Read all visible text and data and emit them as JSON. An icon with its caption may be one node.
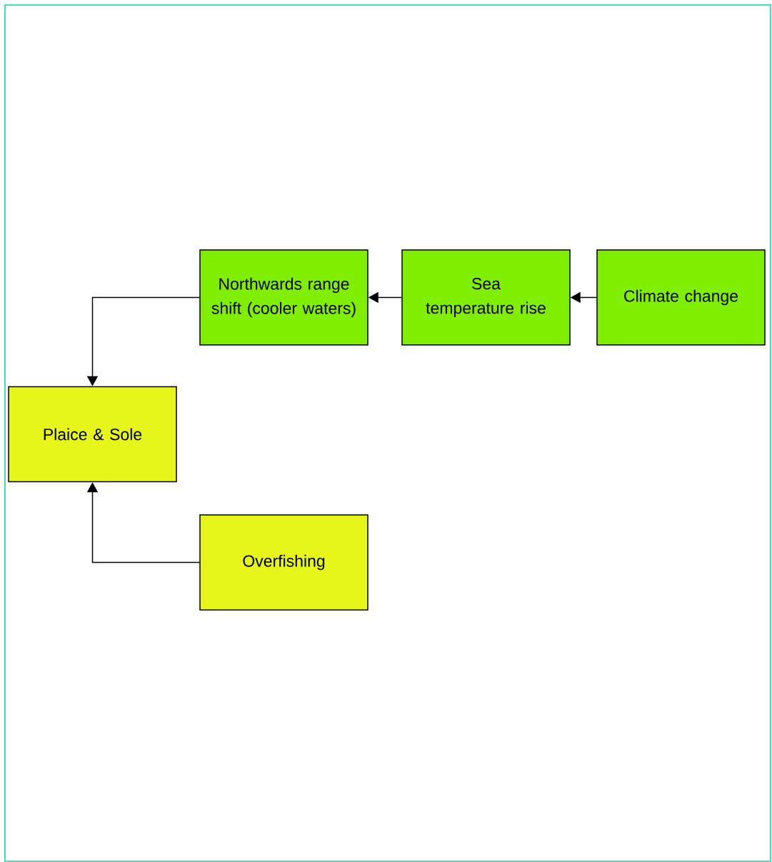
{
  "diagram": {
    "nodes": [
      {
        "text": [
          "Northwards range shift (cooler waters)"
        ]
      },
      {
        "text": [
          "Sea temperature rise"
        ]
      },
      {
        "text": [
          "Climate change"
        ]
      },
      {
        "text": [
          "Plaice & Sole"
        ]
      },
      {
        "text": [
          "Overfishing"
        ]
      }
    ],
    "edges": [
      {
        "from": 2,
        "to": 1,
        "arrow": "to"
      },
      {
        "from": 1,
        "to": 0,
        "arrow": "to"
      },
      {
        "from": 0,
        "to": 3,
        "arrow": "to"
      },
      {
        "from": 4,
        "to": 3,
        "arrow": "to"
      }
    ]
  }
}
